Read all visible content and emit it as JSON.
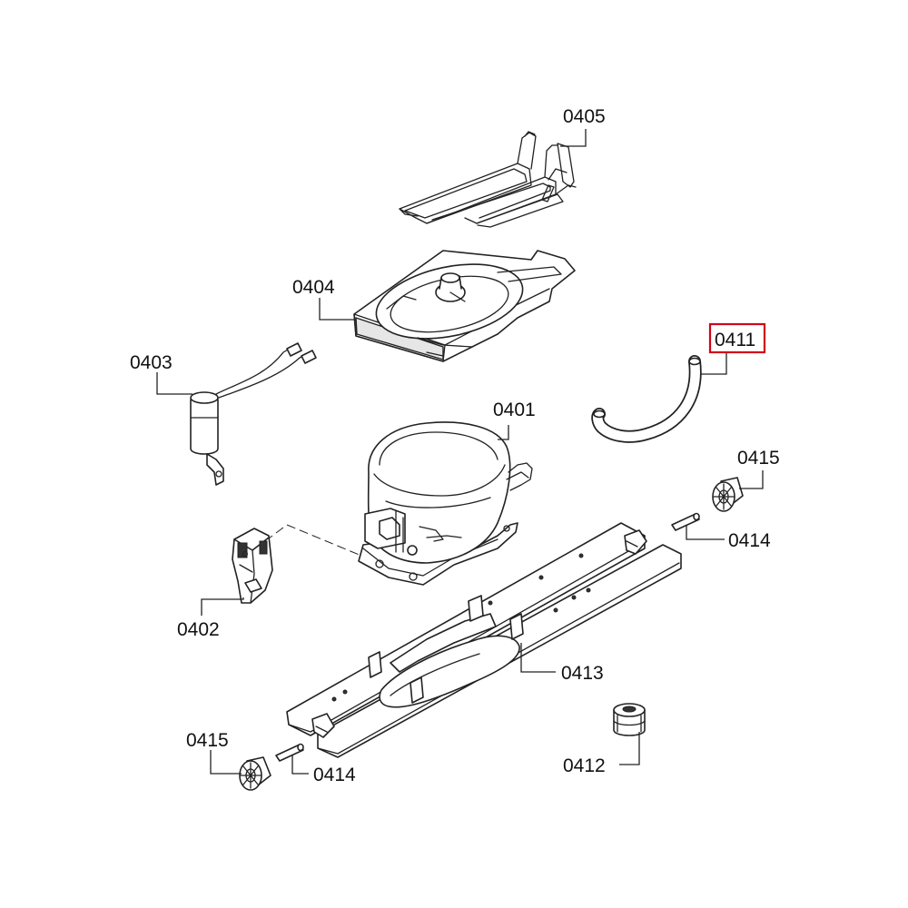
{
  "diagram": {
    "highlighted": "0411",
    "highlight_color": "#d0021b",
    "parts": [
      {
        "id": "p0405",
        "label": "0405"
      },
      {
        "id": "p0404",
        "label": "0404"
      },
      {
        "id": "p0411",
        "label": "0411"
      },
      {
        "id": "p0403",
        "label": "0403"
      },
      {
        "id": "p0401",
        "label": "0401"
      },
      {
        "id": "p0415a",
        "label": "0415"
      },
      {
        "id": "p0414a",
        "label": "0414"
      },
      {
        "id": "p0402",
        "label": "0402"
      },
      {
        "id": "p0413",
        "label": "0413"
      },
      {
        "id": "p0415b",
        "label": "0415"
      },
      {
        "id": "p0414b",
        "label": "0414"
      },
      {
        "id": "p0412",
        "label": "0412"
      }
    ]
  }
}
